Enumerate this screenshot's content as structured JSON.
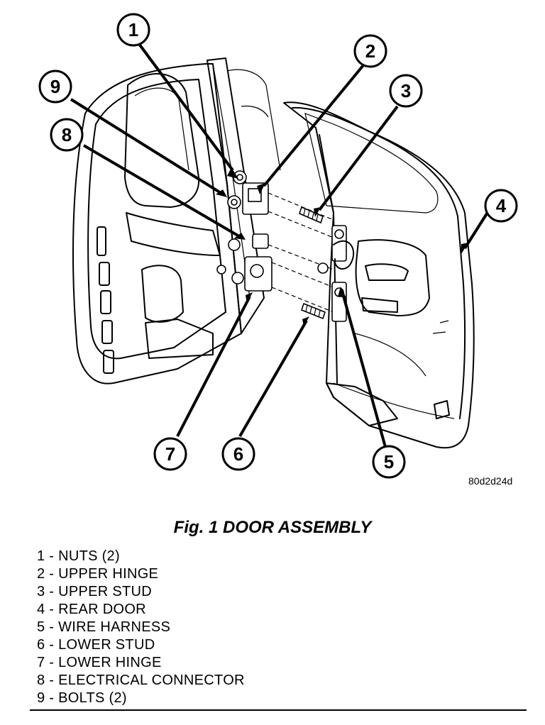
{
  "figure": {
    "image_code": "80d2d24d",
    "title": "Fig. 1 DOOR ASSEMBLY"
  },
  "callouts": [
    "1",
    "2",
    "3",
    "4",
    "5",
    "6",
    "7",
    "8",
    "9"
  ],
  "legend": [
    "1 - NUTS (2)",
    "2 - UPPER HINGE",
    "3 - UPPER STUD",
    "4 - REAR DOOR",
    "5 - WIRE HARNESS",
    "6 - LOWER STUD",
    "7 - LOWER HINGE",
    "8 - ELECTRICAL CONNECTOR",
    "9 - BOLTS (2)"
  ]
}
